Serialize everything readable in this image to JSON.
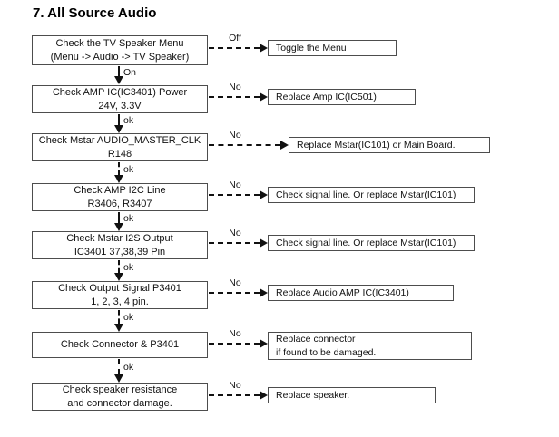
{
  "title": "7. All Source Audio",
  "rows": [
    {
      "left1": "Check the TV Speaker Menu",
      "left2": "(Menu -> Audio -> TV Speaker)",
      "branch_label": "Off",
      "right1": "Toggle the Menu",
      "down_label": "On"
    },
    {
      "left1": "Check AMP IC(IC3401) Power",
      "left2": "24V, 3.3V",
      "branch_label": "No",
      "right1": "Replace Amp IC(IC501)",
      "down_label": "ok"
    },
    {
      "left1": "Check Mstar AUDIO_MASTER_CLK",
      "left2": "R148",
      "branch_label": "No",
      "right1": "Replace Mstar(IC101) or Main Board.",
      "down_label": "ok"
    },
    {
      "left1": "Check AMP I2C Line",
      "left2": "R3406, R3407",
      "branch_label": "No",
      "right1": "Check signal line. Or replace Mstar(IC101)",
      "down_label": "ok"
    },
    {
      "left1": "Check Mstar I2S Output",
      "left2": "IC3401 37,38,39 Pin",
      "branch_label": "No",
      "right1": "Check signal line. Or replace Mstar(IC101)",
      "down_label": "ok"
    },
    {
      "left1": "Check Output Signal P3401",
      "left2": "1, 2, 3, 4 pin.",
      "branch_label": "No",
      "right1": "Replace Audio AMP IC(IC3401)",
      "down_label": "ok"
    },
    {
      "left1": "Check Connector & P3401",
      "branch_label": "No",
      "right1": "Replace connector",
      "right2": "if found to be damaged.",
      "down_label": "ok"
    },
    {
      "left1": "Check speaker resistance",
      "left2": "and connector damage.",
      "branch_label": "No",
      "right1": "Replace speaker."
    }
  ]
}
